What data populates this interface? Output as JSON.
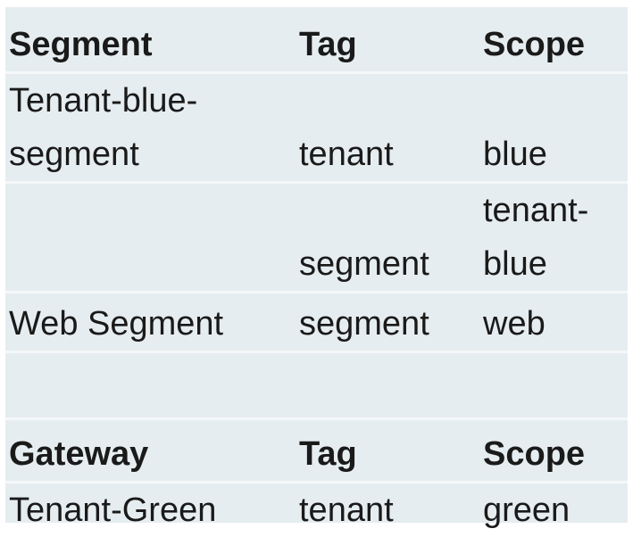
{
  "segment_table": {
    "headers": [
      "Segment",
      "Tag",
      "Scope"
    ],
    "rows": [
      {
        "name": "Tenant-blue-segment",
        "tag": "tenant",
        "scope": "blue"
      },
      {
        "name": "",
        "tag": "segment",
        "scope": "tenant-blue"
      },
      {
        "name": "Web Segment",
        "tag": "segment",
        "scope": "web"
      }
    ]
  },
  "gateway_table": {
    "headers": [
      "Gateway",
      "Tag",
      "Scope"
    ],
    "rows": [
      {
        "name": "Tenant-Green",
        "tag": "tenant",
        "scope": "green"
      }
    ]
  }
}
